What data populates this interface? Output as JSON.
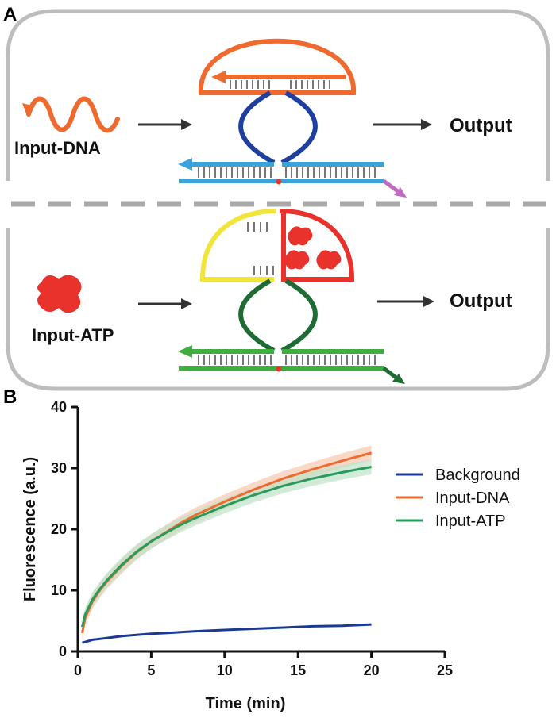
{
  "panel_a": {
    "label": "A",
    "top": {
      "input_label": "Input-DNA",
      "output_label": "Output"
    },
    "bottom": {
      "input_label": "Input-ATP",
      "output_label": "Output"
    },
    "colors": {
      "dna_input": "#ee6a2e",
      "top_loop": "#ee6a2e",
      "top_stem": "#1e3f9e",
      "top_duplex": "#3aa3dc",
      "top_release": "#c06ac2",
      "aptamer_left": "#f1e43a",
      "aptamer_right": "#e8322b",
      "atp": "#e8322b",
      "bottom_stem": "#1e6b34",
      "bottom_duplex": "#3fad3f",
      "divider": "#a9a9a9",
      "arrow": "#333333",
      "frame": "#bdbdbd",
      "nick": "#e8322b"
    }
  },
  "panel_b": {
    "label": "B",
    "chart_data": {
      "type": "line",
      "xlabel": "Time (min)",
      "ylabel": "Fluorescence (a.u.)",
      "xlim": [
        0,
        25
      ],
      "ylim": [
        0,
        40
      ],
      "xticks": [
        "0",
        "5",
        "10",
        "15",
        "20",
        "25"
      ],
      "yticks": [
        "0",
        "10",
        "20",
        "30",
        "40"
      ],
      "legend_position": "right",
      "grid": false,
      "series": [
        {
          "name": "Background",
          "color": "#1a3a96",
          "x": [
            0.3,
            1,
            2,
            3,
            4,
            5,
            6,
            8,
            10,
            12,
            14,
            16,
            18,
            20
          ],
          "y": [
            1.4,
            1.9,
            2.2,
            2.5,
            2.7,
            2.9,
            3.0,
            3.3,
            3.5,
            3.7,
            3.9,
            4.1,
            4.2,
            4.4
          ]
        },
        {
          "name": "Input-DNA",
          "color": "#ee6a2e",
          "band_color": "#f6c7ad",
          "x": [
            0.3,
            0.5,
            1,
            1.5,
            2,
            3,
            4,
            5,
            6,
            7,
            8,
            10,
            12,
            14,
            16,
            18,
            20
          ],
          "y": [
            3.0,
            5.5,
            8.2,
            10.0,
            11.5,
            14.0,
            16.2,
            18.0,
            19.5,
            21.0,
            22.3,
            24.5,
            26.5,
            28.3,
            29.8,
            31.2,
            32.5
          ]
        },
        {
          "name": "Input-ATP",
          "color": "#2a9a5c",
          "band_color": "#bfe2c9",
          "x": [
            0.3,
            0.5,
            1,
            1.5,
            2,
            3,
            4,
            5,
            6,
            7,
            8,
            10,
            12,
            14,
            16,
            18,
            20
          ],
          "y": [
            4.0,
            6.0,
            8.5,
            10.2,
            11.7,
            14.2,
            16.3,
            18.0,
            19.4,
            20.7,
            21.8,
            23.8,
            25.6,
            27.1,
            28.3,
            29.3,
            30.2
          ]
        }
      ]
    }
  }
}
